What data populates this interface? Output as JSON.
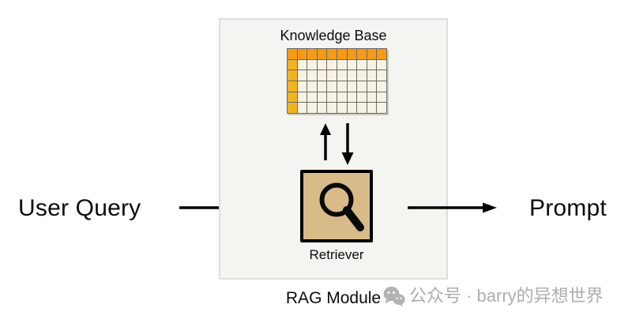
{
  "labels": {
    "user_query": "User Query",
    "prompt": "Prompt",
    "knowledge_base": "Knowledge Base",
    "retriever": "Retriever",
    "rag_module": "RAG Module"
  },
  "watermark": {
    "text": "公众号 · barry的异想世界",
    "icon": "wechat-icon"
  },
  "table": {
    "rows": 6,
    "cols": 10,
    "header_rows": 1,
    "header_cols": 1
  },
  "icons": {
    "retriever": "magnifier-icon",
    "flow_left": "arrow-right-icon",
    "flow_right": "arrow-right-icon",
    "kb_exchange": [
      "arrow-up-icon",
      "arrow-down-icon"
    ]
  },
  "colors": {
    "canvas_bg": "#ffffff",
    "container_bg": "#f4f5f1",
    "container_border": "#dcded8",
    "table_header": "#f59b18",
    "table_first_col": "#f2b322",
    "table_cell": "#f7f2e3",
    "table_grid": "#6a6a6a",
    "retriever_bg": "#d8bb88",
    "arrow": "#000000",
    "text": "#0c0c0c",
    "watermark": "#adadad"
  }
}
